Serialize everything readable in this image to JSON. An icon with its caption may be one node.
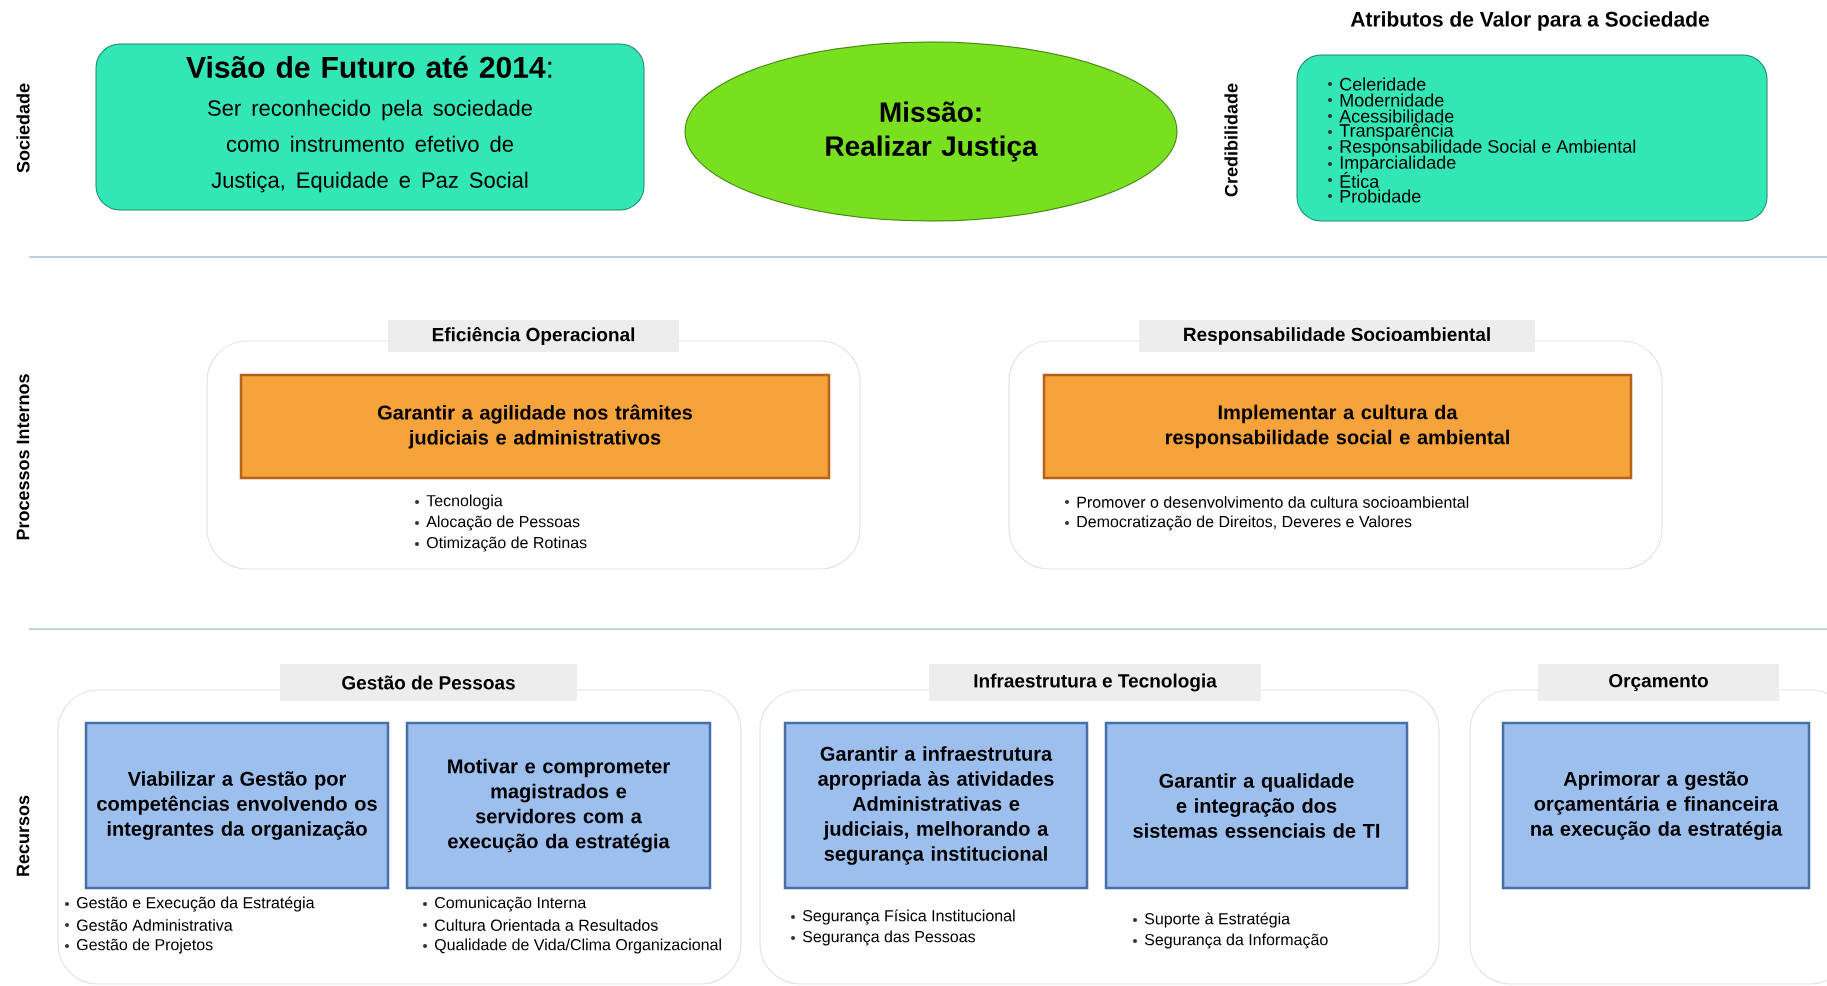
{
  "diagram": {
    "nodes": [
      {
        "text": [
          "**Visão de Futuro até 2014**:",
          "Ser reconhecido pela sociedade como instrumento efetivo de Justiça, Equidade e Paz Social"
        ]
      },
      {
        "text": [
          "Missão: Realizar Justiça"
        ]
      },
      {
        "text": [
          "Atributos de Valor para a Sociedade",
          "Celeridade",
          "Modernidade",
          "Acessibilidade",
          "Transparência",
          "Responsabilidade Social e Ambiental",
          "Imparcialidade",
          "Ética",
          "Probidade"
        ]
      },
      {
        "text": [
          "Eficiência Operacional"
        ]
      },
      {
        "text": [
          "Garantir a agilidade nos trâmites judiciais e administrativos"
        ],
        "in": 3,
        "beside": [
          "Tecnologia",
          "Alocação de Pessoas",
          "Otimização de Rotinas"
        ]
      },
      {
        "text": [
          "Responsabilidade Socioambiental"
        ]
      },
      {
        "text": [
          "Implementar a cultura da responsabilidade social e ambiental"
        ],
        "in": 5,
        "beside": [
          "Promover o desenvolvimento da cultura socioambiental",
          "Democratização de Direitos, Deveres e Valores"
        ]
      },
      {
        "text": [
          "Gestão de Pessoas"
        ]
      },
      {
        "text": [
          "Viabilizar a Gestão por competências envolvendo os integrantes da organização"
        ],
        "in": 7,
        "beside": [
          "Gestão e Execução da Estratégia",
          "Gestão Administrativa",
          "Gestão de Projetos"
        ]
      },
      {
        "text": [
          "Motivar e comprometer magistrados e servidores com a execução da estratégia"
        ],
        "in": 7,
        "beside": [
          "Comunicação Interna",
          "Cultura Orientada a Resultados",
          "Qualidade de Vida/Clima Organizacional"
        ]
      },
      {
        "text": [
          "Infraestrutura e Tecnologia"
        ]
      },
      {
        "text": [
          "Garantir a infraestrutura apropriada às atividades Administrativas e judiciais, melhorando a segurança institucional"
        ],
        "in": 10,
        "beside": [
          "Segurança Física Institucional",
          "Segurança das Pessoas"
        ]
      },
      {
        "text": [
          "Garantir a qualidade e integração dos sistemas essenciais de TI"
        ],
        "in": 10,
        "beside": [
          "Suporte à Estratégia",
          "Segurança da Informação"
        ]
      },
      {
        "text": [
          "Orçamento"
        ]
      },
      {
        "text": [
          "Aprimorar a gestão orçamentária e financeira na execução da estratégia"
        ],
        "in": 13
      }
    ],
    "edges": [],
    "labels": [
      "Sociedade",
      "Credibilidade",
      "Processos Internos",
      "Recursos"
    ]
  }
}
